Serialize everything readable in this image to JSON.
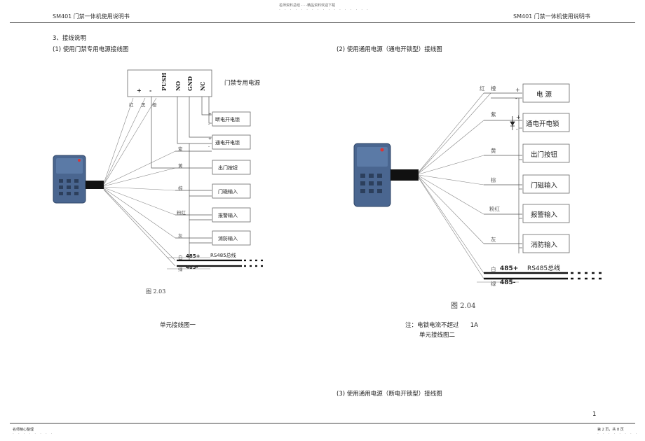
{
  "header": {
    "left_title": "SM401  门禁一体机使用说明书",
    "right_title": "SM401  门禁一体机使用说明书",
    "watermark_top": "名师资料总结 - - -精品资料欢迎下载"
  },
  "section": {
    "heading": "3、接线说明",
    "sub1": "(1)  使用门禁专用电源接线图",
    "sub2": "(2)  使用通用电源（通电开锁型）接线图",
    "sub3": "(3)  使用通用电源（断电开锁型）接线图"
  },
  "diagram1": {
    "psu_title": "门禁专用电源",
    "terminals": [
      "+",
      "-",
      "PUSH",
      "NO",
      "GND",
      "NC"
    ],
    "wire_colors_top": [
      "红",
      "黑",
      "橙"
    ],
    "boxes": [
      "断电开电锁",
      "通电开电锁",
      "出门按钮",
      "门磁输入",
      "报警输入",
      "消防输入"
    ],
    "wire_labels": [
      "紫",
      "黄",
      "棕",
      "粉红",
      "灰"
    ],
    "rs485_label": "RS485总线",
    "white_label": "白",
    "green_label": "绿",
    "pos485": "485+",
    "neg485": "485-",
    "figure_no": "图 2.03",
    "caption": "单元接线图一"
  },
  "diagram2": {
    "boxes": [
      "电  源",
      "通电开电锁",
      "出门按钮",
      "门磁输入",
      "报警输入",
      "消防输入"
    ],
    "wire_labels": [
      "红",
      "橙",
      "紫",
      "黄",
      "棕",
      "粉红",
      "灰"
    ],
    "rs485_label": "RS485总线",
    "white_label": "白",
    "green_label": "绿",
    "pos485": "485+",
    "neg485": "485-",
    "figure_no": "图 2.04",
    "note": "注：电锁电流不超过      1A",
    "caption": "单元接线图二"
  },
  "footer": {
    "page_number": "1",
    "left_note": "名师精心整理",
    "right_note": "第 2 页，共 8 页"
  }
}
